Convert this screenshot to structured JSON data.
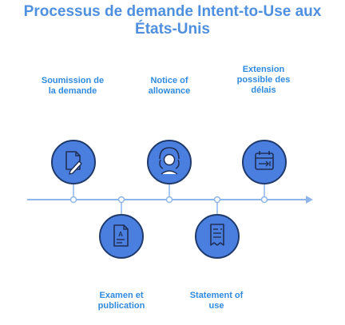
{
  "title": {
    "line1": "Processus de demande Intent-to-Use aux",
    "line2": "États-Unis"
  },
  "steps": [
    {
      "line1": "Soumission de",
      "line2": "la demande",
      "line3": "",
      "icon": "document-pen-icon"
    },
    {
      "line1": "Examen et",
      "line2": "publication",
      "line3": "",
      "icon": "document-a-icon"
    },
    {
      "line1": "Notice of",
      "line2": "allowance",
      "line3": "",
      "icon": "person-icon"
    },
    {
      "line1": "Statement of",
      "line2": "use",
      "line3": "",
      "icon": "receipt-icon"
    },
    {
      "line1": "Extension",
      "line2": "possible des",
      "line3": "délais",
      "icon": "calendar-arrow-icon"
    }
  ],
  "colors": {
    "circle_fill": "#4a7fe0",
    "circle_stroke": "#1f3a6b",
    "timeline": "#8eb6ec",
    "title": "#4f8fe0",
    "label": "#2f8ae0"
  }
}
